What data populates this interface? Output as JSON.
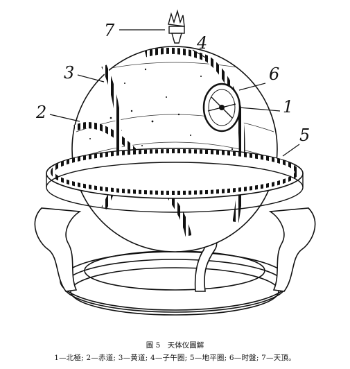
{
  "callouts": {
    "n1": "1",
    "n2": "2",
    "n3": "3",
    "n4": "4",
    "n5": "5",
    "n6": "6",
    "n7": "7"
  },
  "caption": {
    "title": "圖 5　天体仪圖解",
    "legend": "1—北極; 2—赤道; 3—黄道; 4—子午圈; 5—地平圈; 6—时盤; 7—天頂。"
  },
  "style": {
    "ink": "#111111",
    "paper": "#ffffff"
  }
}
